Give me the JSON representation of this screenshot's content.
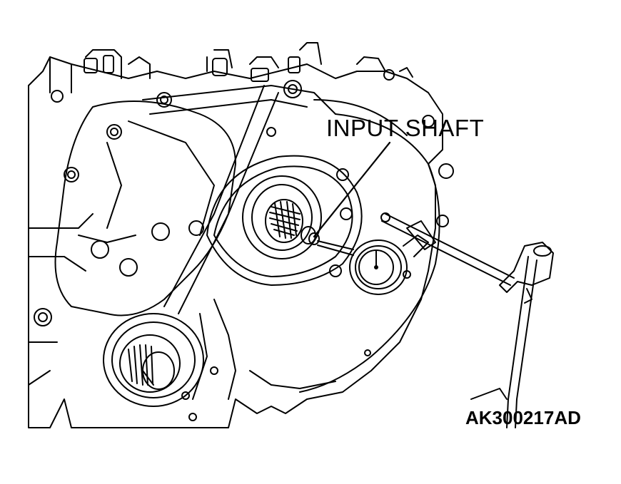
{
  "diagram": {
    "callout_label": "INPUT SHAFT",
    "figure_id": "AK300217AD"
  },
  "colors": {
    "line": "#000000",
    "background": "#ffffff"
  },
  "components": [
    "transaxle-case",
    "input-shaft",
    "dial-indicator",
    "magnetic-stand",
    "differential-seal",
    "mounting-bolts"
  ]
}
